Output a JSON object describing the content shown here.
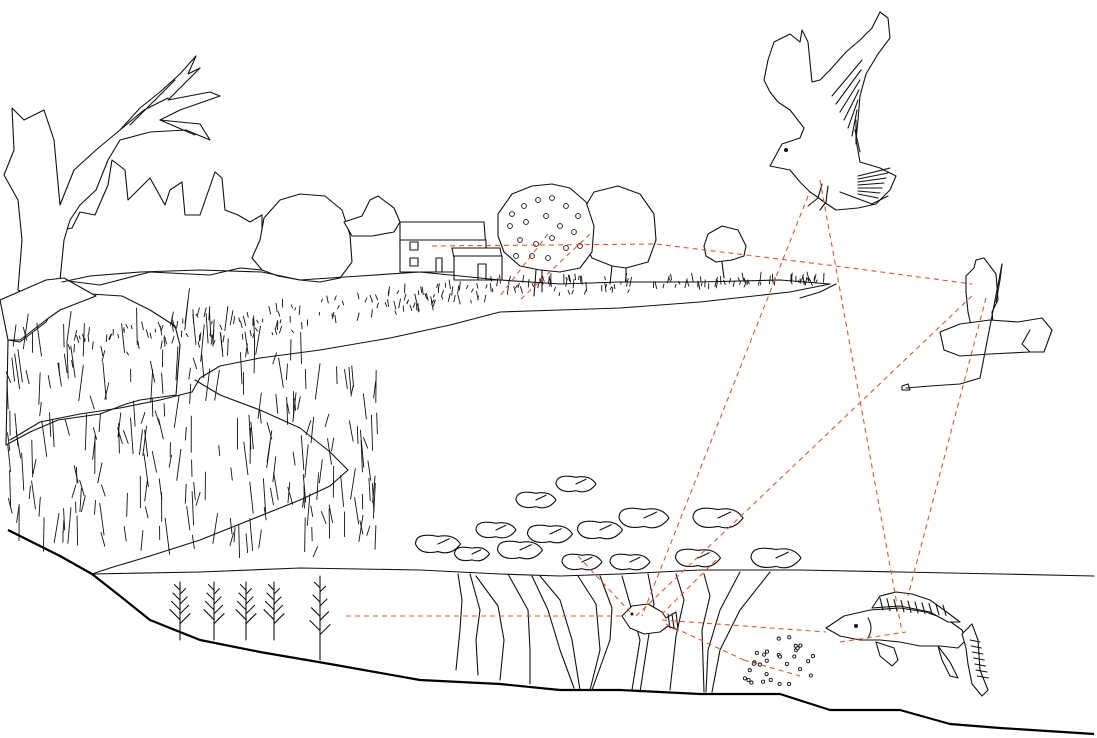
{
  "colors": {
    "background": "#ffffff",
    "ink": "#111111",
    "food_web_link": "#e0582c"
  },
  "scene": {
    "elements": [
      "dead-tree",
      "farmhouse",
      "orchard-tree",
      "hawk",
      "angler-in-boat",
      "reeds",
      "water-lilies",
      "aquatic-plants",
      "small-fish",
      "pike",
      "fish-eggs",
      "shrub-seedlings"
    ]
  }
}
